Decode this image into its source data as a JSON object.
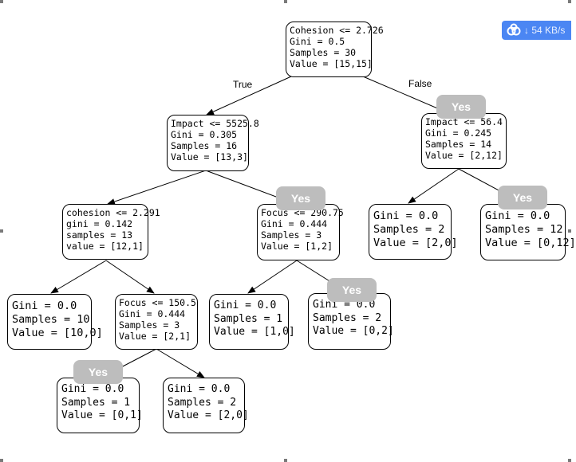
{
  "tree": {
    "edge_labels": {
      "true": "True",
      "false": "False"
    },
    "badge_label": "Yes",
    "nodes": {
      "root": [
        "Cohesion <= 2.726",
        "Gini = 0.5",
        "Samples = 30",
        "Value = [15,15]"
      ],
      "impact_left": [
        "Impact <= 5525.8",
        "Gini = 0.305",
        "Samples = 16",
        "Value = [13,3]"
      ],
      "impact_right": [
        "Impact <= 56.4",
        "Gini = 0.245",
        "Samples = 14",
        "Value = [2,12]"
      ],
      "cohesion_2": [
        "cohesion <= 2.291",
        "gini = 0.142",
        "samples = 13",
        "value = [12,1]"
      ],
      "focus_1": [
        "Focus <= 290.75",
        "Gini = 0.444",
        "Samples = 3",
        "Value = [1,2]"
      ],
      "leaf_r1": [
        "Gini = 0.0",
        "Samples = 2",
        "Value = [2,0]"
      ],
      "leaf_r2": [
        "Gini = 0.0",
        "Samples = 12",
        "Value = [0,12]"
      ],
      "leaf_l1": [
        "Gini = 0.0",
        "Samples = 10",
        "Value = [10,0]"
      ],
      "focus_2": [
        "Focus <= 150.5",
        "Gini = 0.444",
        "Samples = 3",
        "Value = [2,1]"
      ],
      "leaf_f1": [
        "Gini = 0.0",
        "Samples = 1",
        "Value = [1,0]"
      ],
      "leaf_f2": [
        "Gini = 0.0",
        "Samples = 2",
        "Value = [0,2]"
      ],
      "leaf_b1": [
        "Gini = 0.0",
        "Samples = 1",
        "Value = [0,1]"
      ],
      "leaf_b2": [
        "Gini = 0.0",
        "Samples = 2",
        "Value = [2,0]"
      ]
    }
  },
  "speed_widget": {
    "text": "↓ 54 KB/s",
    "icon": "cloud-logo-icon",
    "color": "#4b86f3"
  },
  "colors": {
    "badge": "#bdbdbd",
    "edge": "#000000",
    "widget": "#4b86f3"
  }
}
